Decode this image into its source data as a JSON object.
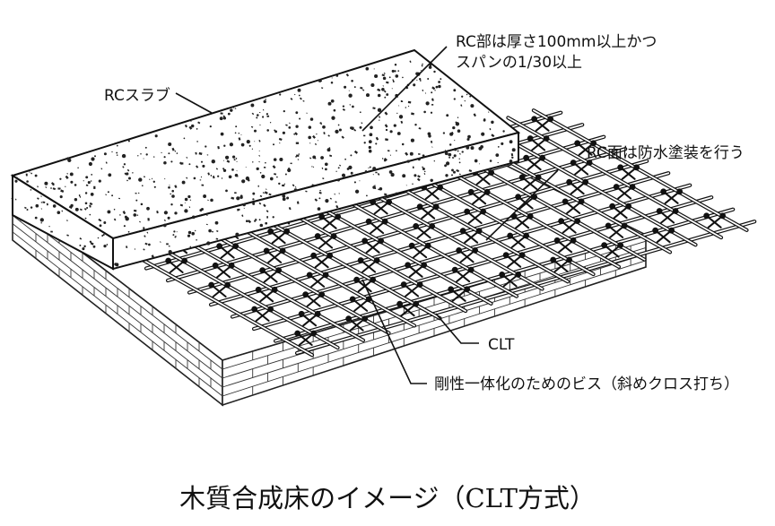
{
  "labels": {
    "rc_slab": "RCスラブ",
    "rc_thickness_line1": "RC部は厚さ100mm以上かつ",
    "rc_thickness_line2": "スパンの1/30以上",
    "rc_waterproof": "RC面は防水塗装を行う",
    "clt": "CLT",
    "screws": "剛性一体化のためのビス（斜めクロス打ち）"
  },
  "caption": "木質合成床のイメージ（CLT方式）"
}
